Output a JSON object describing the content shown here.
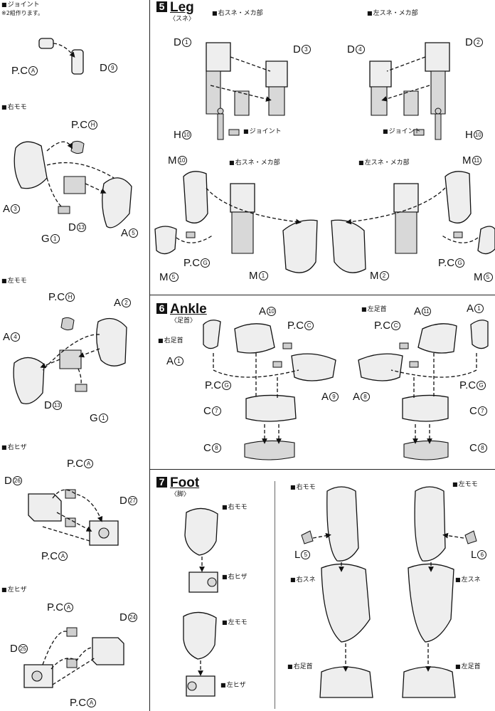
{
  "left_column": {
    "joint": {
      "heading": "ジョイント",
      "note": "※2組作ります。",
      "pc": "P.C",
      "pc_letter": "A",
      "d": "D",
      "d_num": "9"
    },
    "right_thigh": {
      "heading": "右モモ",
      "pc": "P.C",
      "pc_letter": "H",
      "a3": "A",
      "a3_num": "3",
      "d": "D",
      "d_num": "13",
      "a5": "A",
      "a5_num": "5",
      "g": "G",
      "g_num": "1"
    },
    "left_thigh": {
      "heading": "左モモ",
      "pc": "P.C",
      "pc_letter": "H",
      "a2": "A",
      "a2_num": "2",
      "a4": "A",
      "a4_num": "4",
      "d": "D",
      "d_num": "13",
      "g": "G",
      "g_num": "1"
    },
    "right_knee": {
      "heading": "右ヒザ",
      "pc_top": "P.C",
      "pc_top_letter": "A",
      "d26": "D",
      "d26_num": "26",
      "d27": "D",
      "d27_num": "27",
      "pc_bottom": "P.C",
      "pc_bottom_letter": "A"
    },
    "left_knee": {
      "heading": "左ヒザ",
      "pc_top": "P.C",
      "pc_top_letter": "A",
      "d24": "D",
      "d24_num": "24",
      "d25": "D",
      "d25_num": "25",
      "pc_bottom": "P.C",
      "pc_bottom_letter": "A"
    }
  },
  "step5": {
    "number": "5",
    "title": "Leg",
    "jp": "〈スネ〉",
    "right_mech": "右スネ・メカ部",
    "left_mech": "左スネ・メカ部",
    "joint": "ジョイント",
    "d1": "D",
    "d1_num": "1",
    "d3": "D",
    "d3_num": "3",
    "d4": "D",
    "d4_num": "4",
    "d2": "D",
    "d2_num": "2",
    "h_left": "H",
    "h_left_num": "10",
    "h_right": "H",
    "h_right_num": "10",
    "m10": "M",
    "m10_num": "10",
    "m11": "M",
    "m11_num": "11",
    "m5_left": "M",
    "m5_left_num": "5",
    "m5_right": "M",
    "m5_right_num": "5",
    "m1": "M",
    "m1_num": "1",
    "m2": "M",
    "m2_num": "2",
    "pcg_left": "P.C",
    "pcg_left_letter": "G",
    "pcg_right": "P.C",
    "pcg_right_letter": "G"
  },
  "step6": {
    "number": "6",
    "title": "Ankle",
    "jp": "〈足首〉",
    "right_ankle": "右足首",
    "left_ankle": "左足首",
    "a1_left": "A",
    "a1_left_num": "1",
    "a10": "A",
    "a10_num": "10",
    "pcc_left": "P.C",
    "pcc_left_letter": "C",
    "pcg_left": "P.C",
    "pcg_left_letter": "G",
    "a9": "A",
    "a9_num": "9",
    "c7_left": "C",
    "c7_left_num": "7",
    "c8_left": "C",
    "c8_left_num": "8",
    "pcc_right": "P.C",
    "pcc_right_letter": "C",
    "a11": "A",
    "a11_num": "11",
    "a1_right": "A",
    "a1_right_num": "1",
    "a8": "A",
    "a8_num": "8",
    "pcg_right": "P.C",
    "pcg_right_letter": "G",
    "c7_right": "C",
    "c7_right_num": "7",
    "c8_right": "C",
    "c8_right_num": "8"
  },
  "step7": {
    "number": "7",
    "title": "Foot",
    "jp": "〈脚〉",
    "r_thigh_small": "右モモ",
    "r_knee_small": "右ヒザ",
    "l_thigh_small": "左モモ",
    "l_knee_small": "左ヒザ",
    "r_thigh": "右モモ",
    "l_thigh": "左モモ",
    "l5": "L",
    "l5_num": "5",
    "l6": "L",
    "l6_num": "6",
    "r_shin": "右スネ",
    "l_shin": "左スネ",
    "r_ankle": "右足首",
    "l_ankle": "左足首"
  }
}
